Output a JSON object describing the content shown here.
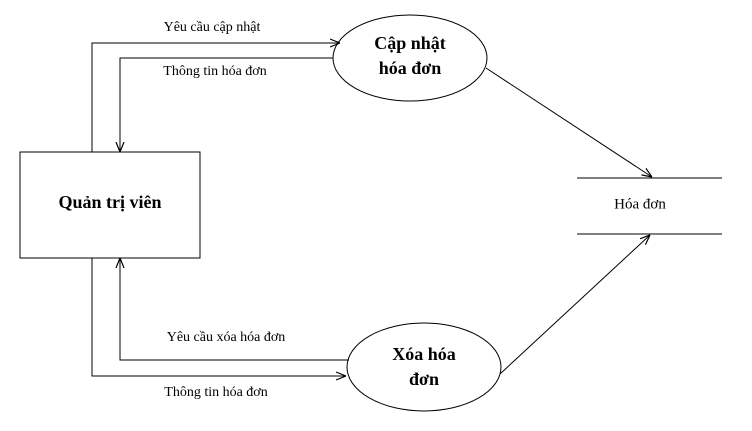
{
  "entity": {
    "label": "Quản trị viên"
  },
  "processes": {
    "update": {
      "line1": "Cập nhật",
      "line2": "hóa đơn"
    },
    "delete": {
      "line1": "Xóa hóa",
      "line2": "đơn"
    }
  },
  "datastore": {
    "label": "Hóa đơn"
  },
  "flows": {
    "update_request": "Yêu cầu cập nhật",
    "update_info": "Thông tin hóa đơn",
    "delete_request": "Yêu cầu xóa hóa đơn",
    "delete_info": "Thông tin hóa đơn"
  },
  "colors": {
    "stroke": "#000000",
    "background": "#ffffff"
  }
}
